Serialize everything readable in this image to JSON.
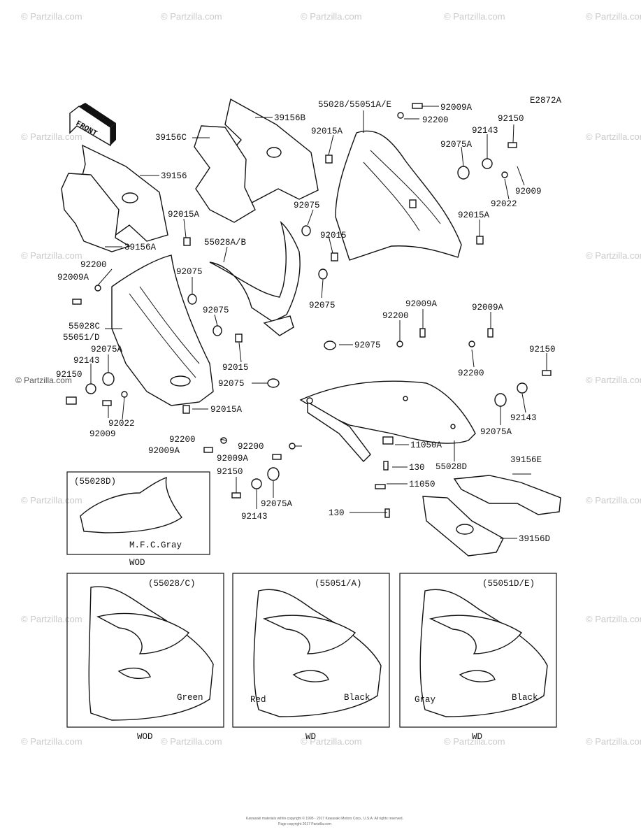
{
  "diagram_code": "E2872A",
  "front_label": "FRONT",
  "labels": {
    "p39156b": "39156B",
    "p39156c": "39156C",
    "p39156": "39156",
    "p39156a": "39156A",
    "p55028_55051ae": "55028/55051A/E",
    "p92009a_top": "92009A",
    "p92200_top": "92200",
    "p92015a_top": "92015A",
    "p92143_top": "92143",
    "p92150_top": "92150",
    "p92075a_top": "92075A",
    "p92009_top": "92009",
    "p92022_top": "92022",
    "p92015a_right": "92015A",
    "p92015a_left": "92015A",
    "p55028ab": "55028A/B",
    "p92075_c1": "92075",
    "p92015_c": "92015",
    "p92075_left": "92075",
    "p92075_c2": "92075",
    "p92200_left": "92200",
    "p92009a_left": "92009A",
    "p55028c": "55028C",
    "p55051d": "55051/D",
    "p92075_lower": "92075",
    "p92075a_left": "92075A",
    "p92143_left": "92143",
    "p92150_left": "92150",
    "p92015_lower": "92015",
    "p92022_left": "92022",
    "p92009_left": "92009",
    "p92075_bottom": "92075",
    "p92015a_bottom": "92015A",
    "p92009a_mid": "92009A",
    "p92200_mid": "92200",
    "p92075_right": "92075",
    "p92009a_right": "92009A",
    "p92200_right": "92200",
    "p92150_right": "92150",
    "p92143_right": "92143",
    "p92075a_right": "92075A",
    "p92200_b1": "92200",
    "p92009a_b1": "92009A",
    "p92200_b2": "92200",
    "p92009a_b2": "92009A",
    "p11050a": "11050A",
    "p130_a": "130",
    "p55028d": "55028D",
    "p92150_b": "92150",
    "p92075a_b": "92075A",
    "p92143_b": "92143",
    "p11050": "11050",
    "p130_b": "130",
    "p39156e": "39156E",
    "p39156d": "39156D"
  },
  "insets": [
    {
      "code": "(55028D)",
      "note": "M.F.C.Gray",
      "caption": "WOD"
    },
    {
      "code": "(55028/C)",
      "color": "Green",
      "caption": "WOD"
    },
    {
      "code": "(55051/A)",
      "color_left": "Red",
      "color_right": "Black",
      "caption": "WD"
    },
    {
      "code": "(55051D/E)",
      "color_left": "Gray",
      "color_right": "Black",
      "caption": "WD"
    }
  ],
  "watermark": "© Partzilla.com",
  "copyright": "Kawasaki materials within copyright © 1995 - 2017 Kawasaki Motors Corp., U.S.A. All rights reserved.",
  "copyright2": "Page copyright 2017 Partzilla.com"
}
